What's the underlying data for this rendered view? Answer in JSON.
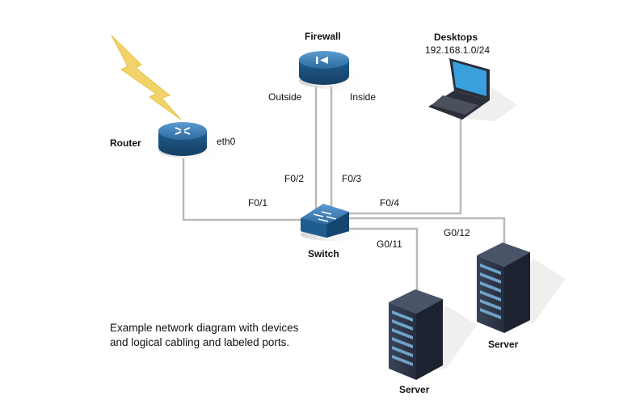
{
  "devices": {
    "firewall": {
      "name": "Firewall",
      "port_outside": "Outside",
      "port_inside": "Inside"
    },
    "desktops": {
      "name": "Desktops",
      "subnet": "192.168.1.0/24"
    },
    "router": {
      "name": "Router",
      "interface": "eth0"
    },
    "switch": {
      "name": "Switch"
    },
    "server_a": {
      "name": "Server"
    },
    "server_b": {
      "name": "Server"
    }
  },
  "ports": {
    "f0_1": "F0/1",
    "f0_2": "F0/2",
    "f0_3": "F0/3",
    "f0_4": "F0/4",
    "g0_11": "G0/11",
    "g0_12": "G0/12"
  },
  "caption": "Example network diagram with devices and logical cabling and labeled ports.",
  "colors": {
    "device_blue": "#1f5d8f",
    "device_top": "#3f84bc",
    "cable": "#b9b9b9",
    "lightning": "#f1d36a",
    "server_body": "#2b3345"
  }
}
